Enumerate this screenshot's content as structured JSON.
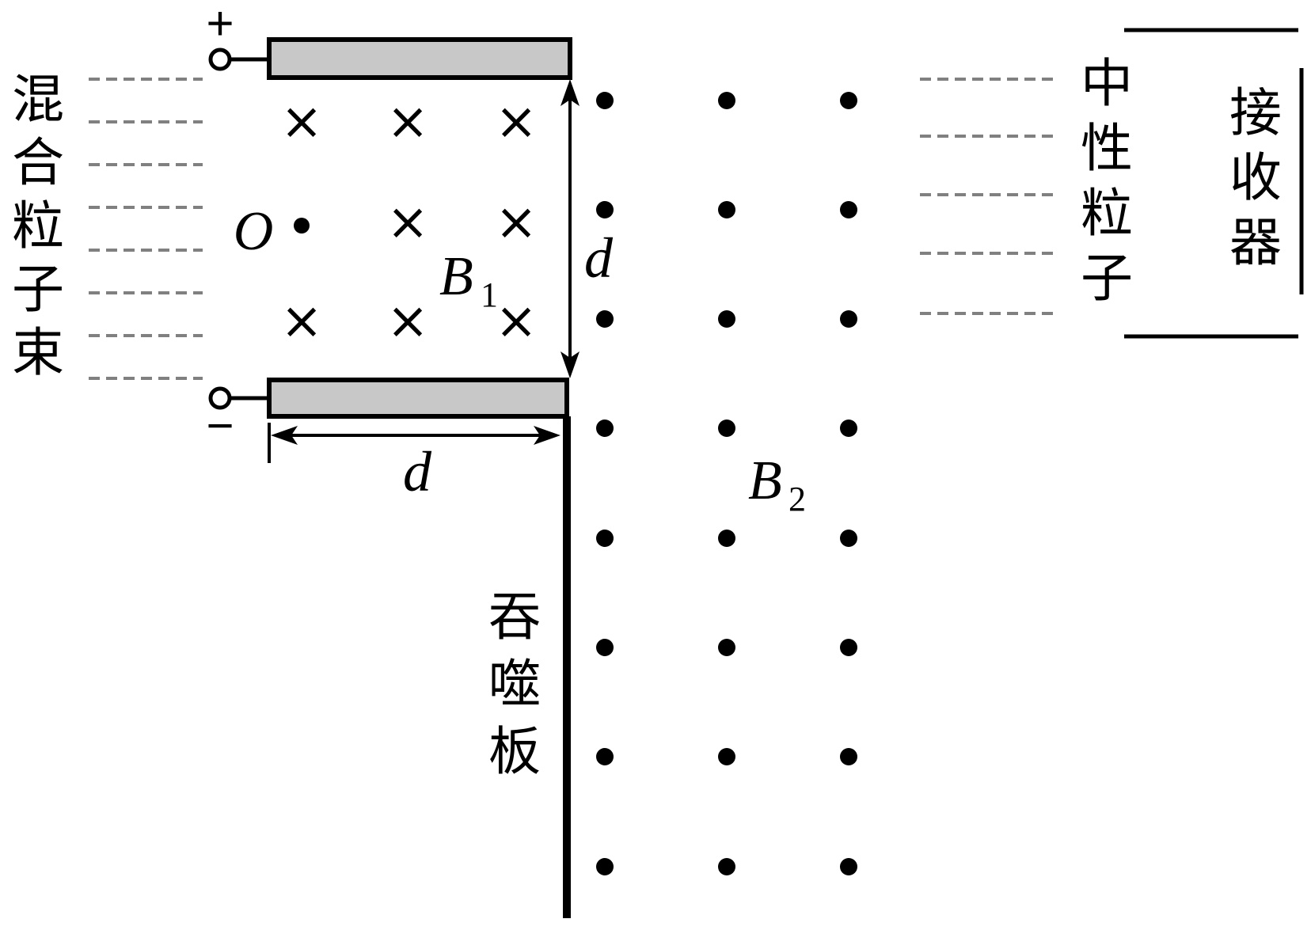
{
  "labels": {
    "mixed_beam": "混合粒子束",
    "neutral_particles": "中性粒子",
    "receiver": "接收器",
    "swallow_plate": "吞噬板",
    "origin": "O",
    "gap_symbol": "d",
    "length_symbol": "d",
    "field1_letter": "B",
    "field1_index": "1",
    "field2_letter": "B",
    "field2_index": "2",
    "plus": "+",
    "minus": "−",
    "cross_mark": "×"
  },
  "colors": {
    "ink": "#000000",
    "plate_fill": "#c8c8c8",
    "beam_dash": "#808080",
    "background": "#ffffff"
  },
  "fields": {
    "B1_direction": "into-page",
    "B2_direction": "out-of-page"
  }
}
